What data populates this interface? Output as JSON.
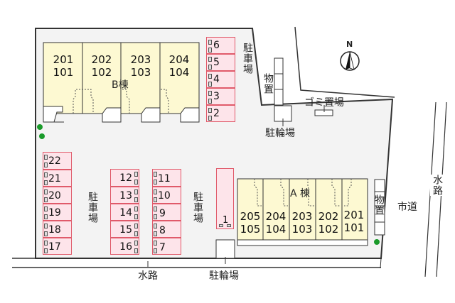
{
  "map": {
    "north_label": "N",
    "colors": {
      "lot": "#f3f3f3",
      "building": "#fdf9d2",
      "parking_fill": "#fde4ea",
      "parking_border": "#e05a6a",
      "tree": "#1a9a2a"
    },
    "building_b": {
      "label": "B棟",
      "units": [
        {
          "upper": "201",
          "lower": "101"
        },
        {
          "upper": "202",
          "lower": "102"
        },
        {
          "upper": "203",
          "lower": "103"
        },
        {
          "upper": "204",
          "lower": "104"
        }
      ]
    },
    "building_a": {
      "label": "A 棟",
      "units": [
        {
          "upper": "205",
          "lower": "105"
        },
        {
          "upper": "204",
          "lower": "104"
        },
        {
          "upper": "203",
          "lower": "103"
        },
        {
          "upper": "202",
          "lower": "102"
        },
        {
          "upper": "201",
          "lower": "101"
        }
      ]
    },
    "parking": {
      "top_column": [
        "6",
        "5",
        "4",
        "3",
        "2"
      ],
      "left_column": [
        "22",
        "21",
        "20",
        "19",
        "18",
        "17"
      ],
      "middle_left_column": [
        "12",
        "13",
        "14",
        "15",
        "16"
      ],
      "middle_right_column": [
        "11",
        "10",
        "9",
        "8",
        "7"
      ],
      "single": "1"
    },
    "labels": {
      "parking_top": "駐車場",
      "parking_left": "駐車場",
      "parking_middle": "駐車場",
      "storage_top": "物置",
      "storage_right": "物置",
      "bicycle_top": "駐輪場",
      "bicycle_bottom": "駐輪場",
      "garbage": "ゴミ置場",
      "waterway_bottom": "水路",
      "waterway_right": "水路",
      "city_road": "市道"
    }
  }
}
